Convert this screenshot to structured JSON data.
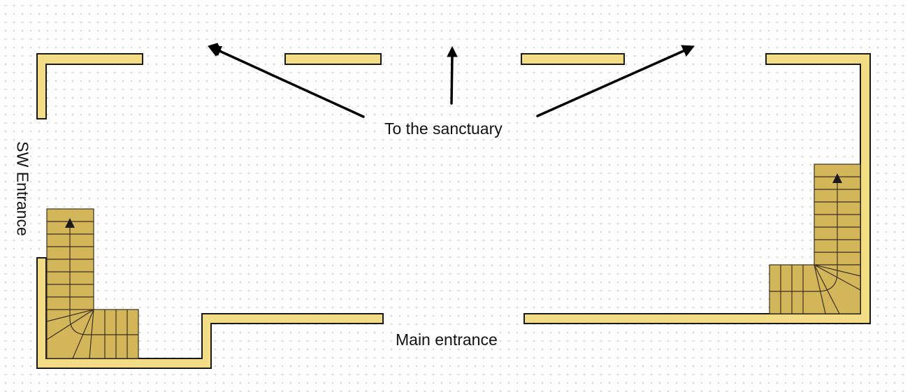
{
  "labels": {
    "sanctuary": "To the sanctuary",
    "main_entrance": "Main entrance",
    "sw_entrance": "SW Entrance"
  },
  "colors": {
    "wall_fill": "#f2dc86",
    "wall_stroke": "#1a1a1a",
    "stair_fill": "#d4b65a",
    "stair_stroke": "#3a3020",
    "arrow": "#000000"
  }
}
